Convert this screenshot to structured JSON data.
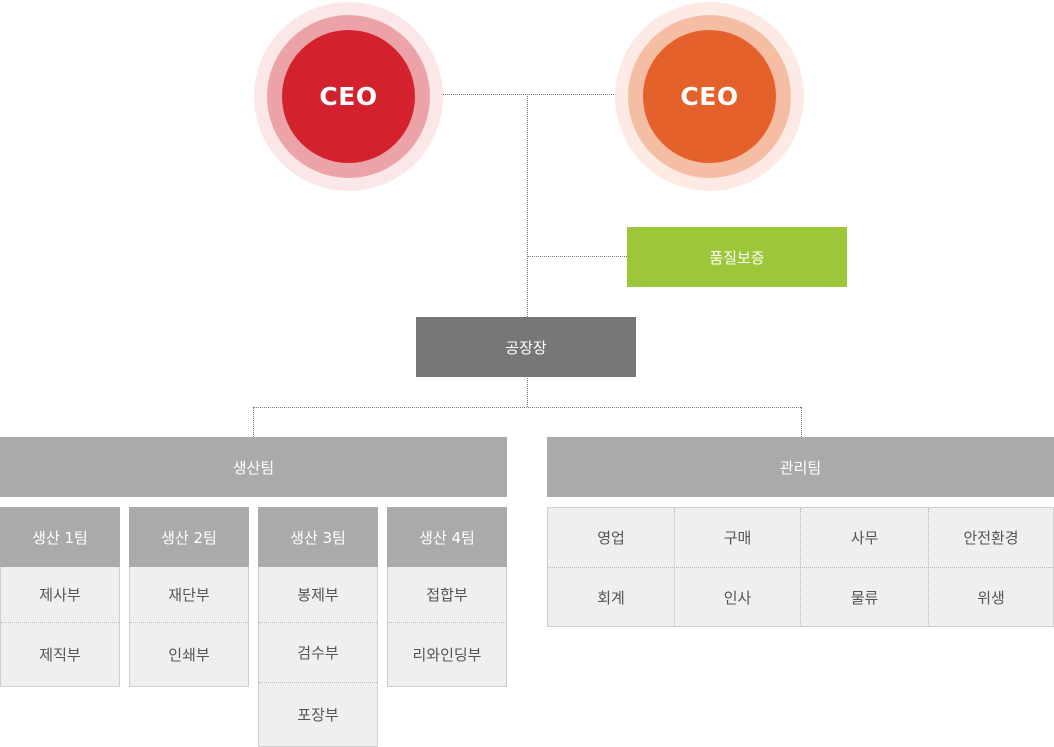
{
  "ceos": [
    {
      "label": "CEO",
      "color": "#d3222d"
    },
    {
      "label": "CEO",
      "color": "#e5612c"
    }
  ],
  "quality": {
    "label": "품질보증",
    "color": "#9cc73a"
  },
  "factory_head": {
    "label": "공장장",
    "color": "#777777"
  },
  "production": {
    "label": "생산팀",
    "teams": [
      {
        "label": "생산 1팀",
        "departments": [
          "제사부",
          "제직부"
        ]
      },
      {
        "label": "생산 2팀",
        "departments": [
          "재단부",
          "인쇄부"
        ]
      },
      {
        "label": "생산 3팀",
        "departments": [
          "봉제부",
          "검수부",
          "포장부"
        ]
      },
      {
        "label": "생산 4팀",
        "departments": [
          "접합부",
          "리와인딩부"
        ]
      }
    ]
  },
  "management": {
    "label": "관리팀",
    "rows": [
      [
        "영업",
        "구매",
        "사무",
        "안전환경"
      ],
      [
        "회계",
        "인사",
        "물류",
        "위생"
      ]
    ]
  }
}
